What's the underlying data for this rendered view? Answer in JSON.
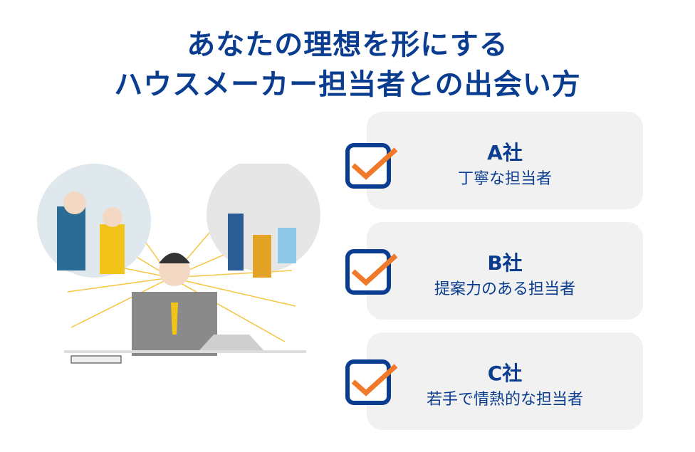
{
  "title": {
    "line1": "あなたの理想を形にする",
    "line2": "ハウスメーカー担当者との出会い方"
  },
  "colors": {
    "primary": "#0a3d8f",
    "accent": "#f07a2a",
    "card_bg": "#f1f1f1"
  },
  "items": [
    {
      "company": "A社",
      "description": "丁寧な担当者",
      "checked": true
    },
    {
      "company": "B社",
      "description": "提案力のある担当者",
      "checked": true
    },
    {
      "company": "C社",
      "description": "若手で情熱的な担当者",
      "checked": true
    }
  ]
}
